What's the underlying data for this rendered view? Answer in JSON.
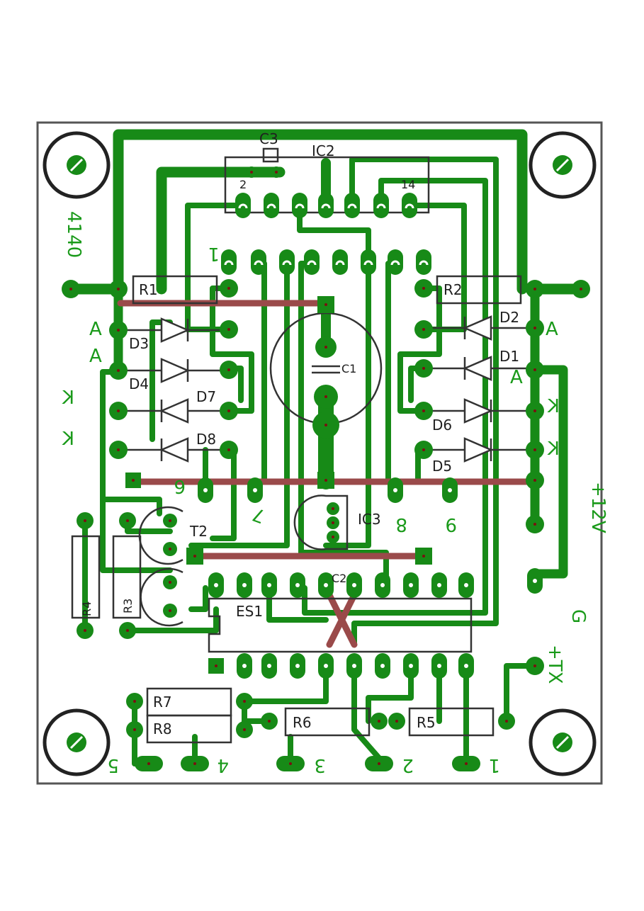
{
  "colors": {
    "copper": "#178a17",
    "jumper": "#9a4a4a",
    "silk": "#333333",
    "pad_dot": "#7a1010",
    "board_outline": "#555555"
  },
  "components": {
    "c3": "C3",
    "ic2": "IC2",
    "ic2_pin_first": "2",
    "ic2_pin_last": "14",
    "r1": "R1",
    "r2": "R2",
    "d1": "D1",
    "d2": "D2",
    "d3": "D3",
    "d4": "D4",
    "d5": "D5",
    "d6": "D6",
    "d7": "D7",
    "d8": "D8",
    "c1": "C1",
    "t2": "T2",
    "ic3": "IC3",
    "c2": "C2",
    "r3": "R3",
    "r4": "R4",
    "es1": "ES1",
    "r5": "R5",
    "r6": "R6",
    "r7": "R7",
    "r8": "R8"
  },
  "copper_labels": {
    "part_number": "4140",
    "a_left_1": "A",
    "a_left_2": "A",
    "k_left_1": "K",
    "k_left_2": "K",
    "a_right_1": "A",
    "a_right_2": "A",
    "k_right_1": "K",
    "k_right_2": "K",
    "pin_6": "6",
    "pin_7": "7",
    "pin_8": "8",
    "pin_9": "9",
    "pin_1_top": "1",
    "supply": "+12V",
    "ground": "G",
    "tx": "+TX",
    "pin_5": "5",
    "pin_4": "4",
    "pin_3": "3",
    "pin_2": "2",
    "pin_1": "1"
  }
}
